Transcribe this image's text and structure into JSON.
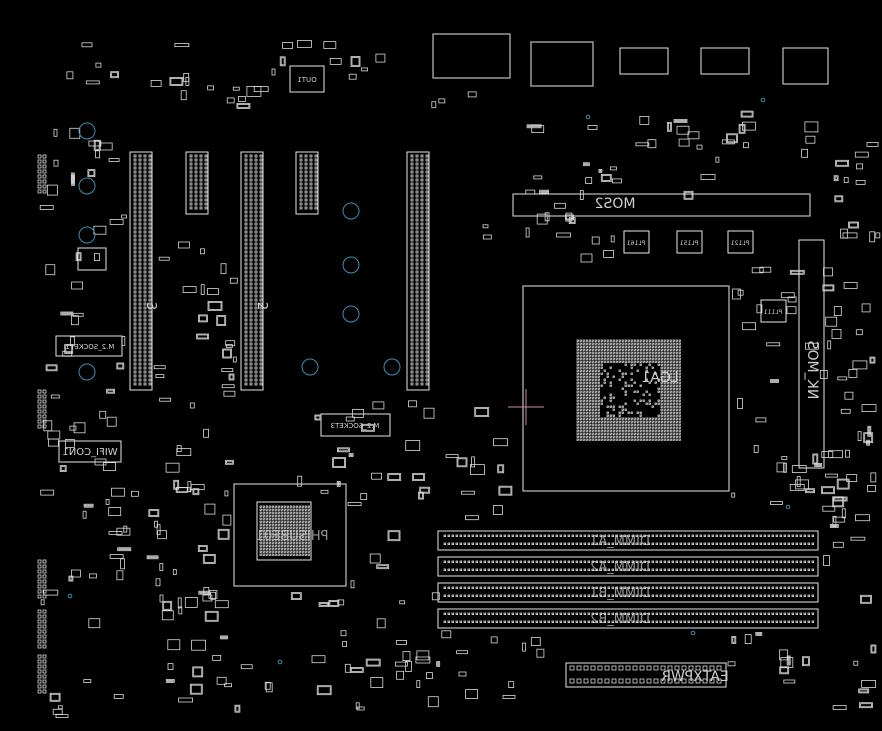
{
  "board": {
    "background": "#000000",
    "line_color": "#e6e6e6",
    "via_color": "#3a8fb0",
    "cursor_color": "#d08aa0",
    "labels": {
      "cpu_socket": "LGA1",
      "mos_top": "MOS2",
      "mos_right": "NK_MOS",
      "pch": "PHISUBE01",
      "wifi": "WIFI_CON1",
      "atxpwr": "EATXPWR",
      "m2_left": "M.2_SOCKET1",
      "m2_mid": "M.2_SOCKET3",
      "pcie_3": "3",
      "pcie_2": "2",
      "dimm_a1": "DIMM_A1",
      "dimm_a2": "DIMM_A2",
      "dimm_b1": "DIMM_B1",
      "dimm_b2": "DIMM_B2",
      "pl_1": "PL161",
      "pl_2": "PL151",
      "pl_3": "PL121",
      "pl_4": "PL111",
      "out1": "OUT1"
    }
  }
}
